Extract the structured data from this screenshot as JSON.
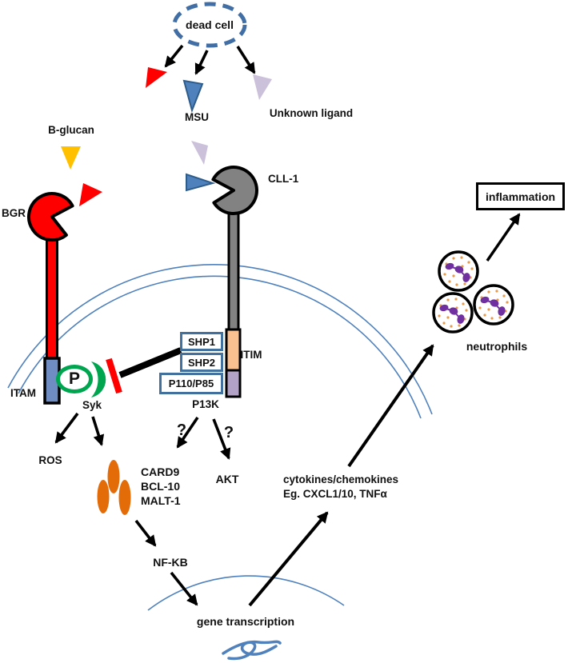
{
  "extracellular": {
    "dead_cell": "dead cell",
    "msu": "MSU",
    "unknown_ligand": "Unknown ligand",
    "b_glucan": "B-glucan"
  },
  "receptors": {
    "bgr": {
      "label": "BGR",
      "domain_label": "ITAM"
    },
    "cll1": {
      "label": "CLL-1",
      "domain_label": "ITIM"
    }
  },
  "signaling": {
    "phospho": "P",
    "syk": "Syk",
    "shp1": "SHP1",
    "shp2": "SHP2",
    "p110_p85": "P110/P85",
    "p13k": "P13K",
    "ros": "ROS",
    "card9_complex": [
      "CARD9",
      "BCL-10",
      "MALT-1"
    ],
    "akt": "AKT",
    "question_1": "?",
    "question_2": "?",
    "nfkb": "NF-KB",
    "gene_transcription": "gene transcription",
    "cytokines_line1": "cytokines/chemokines",
    "cytokines_line2": "Eg. CXCL1/10, TNFα"
  },
  "outcome": {
    "neutrophils": "neutrophils",
    "inflammation": "inflammation"
  },
  "colors": {
    "membrane_blue": "#4F81BD",
    "dead_cell_border": "#416FA5",
    "receptor_red": "#FE0000",
    "receptor_gray": "#828282",
    "itam_blue": "#6F8CC3",
    "itim_orange": "#FAC090",
    "pi3k_purple": "#B3A2C7",
    "syk_green": "#00A550",
    "card_complex_orange": "#E36C09",
    "b_glucan_orange": "#FFC000",
    "msu_blue": "#4F81BD",
    "ligand_lavender": "#CCC1DA",
    "neutrophil_nucleus_purple": "#7030A0",
    "neutrophil_granule_orange": "#E89A4A",
    "box_border_blue": "#41719C"
  }
}
